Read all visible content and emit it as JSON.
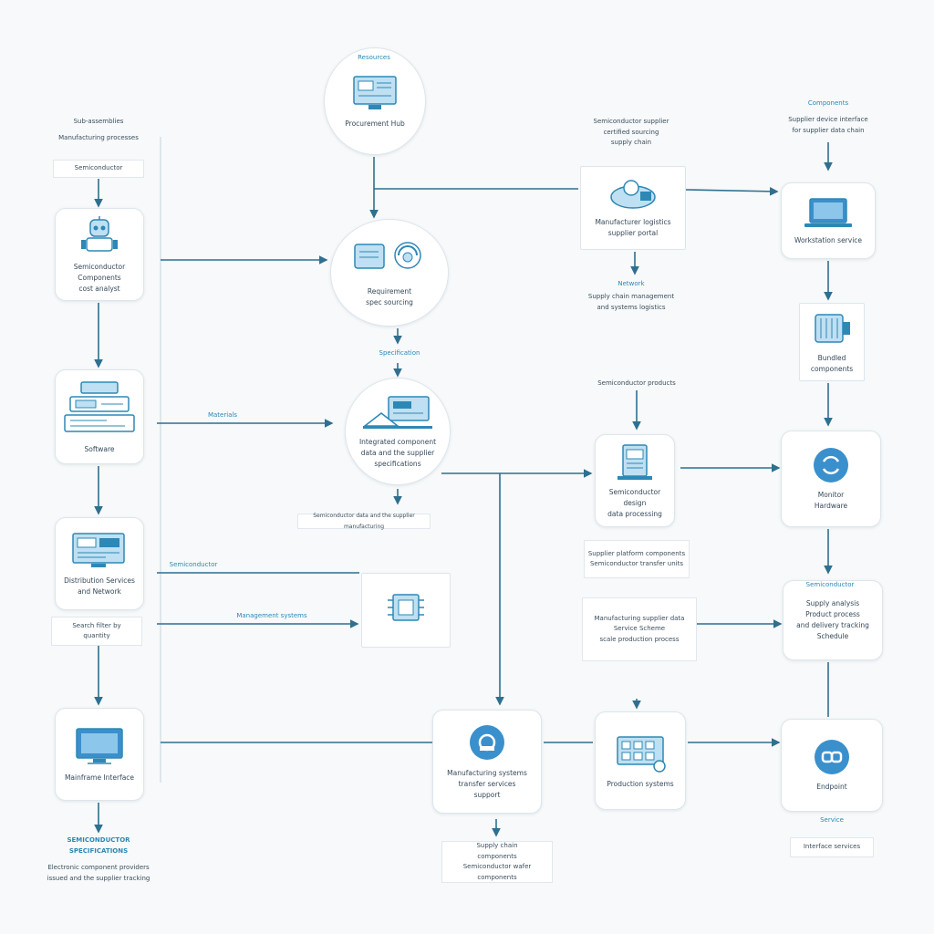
{
  "colors": {
    "background": "#f7f9fa",
    "connector": "#2f6f8f",
    "icon_stroke": "#2d88b5",
    "icon_fill": "#bfe0f2",
    "accent_badge": "#3a90cc"
  },
  "nodes": {
    "top_center": {
      "label": "Procurement Hub",
      "icon": "computer-screen-icon"
    },
    "left_1": {
      "label": "Semiconductor Components\ncost analyst",
      "icon": "robot-icon"
    },
    "left_2": {
      "label": "Software",
      "icon": "server-stack-icon"
    },
    "left_3": {
      "label": "Distribution Services\nand Network",
      "icon": "dashboard-screen-icon"
    },
    "left_4": {
      "label": "Mainframe Interface",
      "icon": "monitor-icon"
    },
    "center_1": {
      "label": "Requirement\nspec sourcing",
      "icon": "support-headset-icon"
    },
    "center_2": {
      "label": "Integrated component\ndata and the supplier\nspecifications",
      "icon": "workstation-icon"
    },
    "center_3": {
      "label": "",
      "icon": "circuit-chip-icon"
    },
    "center_bottom": {
      "label": "Manufacturing systems\ntransfer services\nsupport",
      "icon": "gear-badge-icon"
    },
    "upper_mid": {
      "label": "Manufacturer logistics\nsupplier portal",
      "icon": "cloud-user-icon"
    },
    "mid_1": {
      "label": "Semiconductor design\ndata processing",
      "icon": "phone-device-icon"
    },
    "bottom_mid": {
      "label": "Production systems",
      "icon": "data-rack-icon"
    },
    "right_1": {
      "label": "Workstation service",
      "icon": "laptop-icon"
    },
    "right_2": {
      "label": "Bundled\ncomponents",
      "icon": "storage-box-icon"
    },
    "right_3": {
      "label": "Monitor\nHardware",
      "icon": "sync-badge-icon"
    },
    "right_4": {
      "label": "Supply analysis\nProduct process\nand delivery tracking\nSchedule",
      "icon": ""
    },
    "right_5": {
      "label": "Endpoint",
      "icon": "link-badge-icon"
    }
  },
  "notes": {
    "left_top_title": "Sub-assemblies",
    "left_top_sub": "Manufacturing processes",
    "left_top_box": "Semiconductor",
    "left_mid_box": "Search filter by\nquantity",
    "left_bottom_title": "SEMICONDUCTOR\nSPECIFICATIONS",
    "left_bottom_sub": "Electronic component providers\nissued and the supplier tracking",
    "center_top_above": "Resources",
    "center_mid_above": "Specification",
    "center_mid_below": "Semiconductor data and the supplier manufacturing",
    "center_bottom_box": "Supply chain\ncomponents\nSemiconductor wafer components",
    "upper_mid_above": "Semiconductor supplier\ncertified sourcing\nsupply chain",
    "upper_mid_below_title": "Network",
    "upper_mid_below_sub": "Supply chain management\nand systems logistics",
    "mid_above": "Semiconductor products",
    "mid_below_box": "Supplier platform components\nSemiconductor transfer units",
    "mid_box": "Manufacturing supplier data\nService Scheme\nscale production process",
    "right_top_title": "Components",
    "right_top_sub": "Supplier device interface\nfor supplier data chain",
    "right_mid_title": "Semiconductor",
    "right_bottom_title": "Service",
    "right_bottom_box": "Interface services"
  },
  "edge_labels": {
    "e1": "Materials",
    "e2": "Semiconductor",
    "e3": "Management systems"
  }
}
